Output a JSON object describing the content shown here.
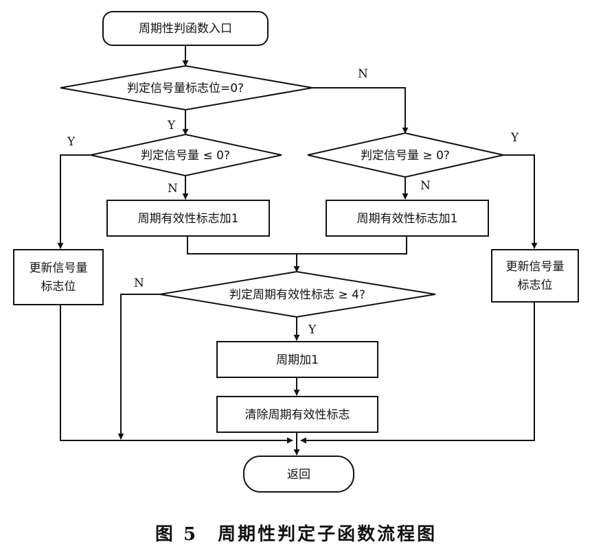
{
  "flowchart": {
    "start": "周期性判函数入口",
    "decision_flag_zero": "判定信号量标志位=0?",
    "decision_le_zero": "判定信号量 ≤ 0?",
    "decision_ge_zero": "判定信号量 ≥ 0?",
    "process_left_increment": "周期有效性标志加1",
    "process_right_increment": "周期有效性标志加1",
    "process_update_left": [
      "更新信号量",
      "标志位"
    ],
    "process_update_right": [
      "更新信号量",
      "标志位"
    ],
    "decision_valid_ge4": "判定周期有效性标志 ≥ 4?",
    "process_period_add": "周期加1",
    "process_clear_flag": "清除周期有效性标志",
    "end": "返回"
  },
  "edge_labels": {
    "flag_zero_no": "N",
    "flag_zero_yes": "Y",
    "le_zero_yes": "Y",
    "le_zero_no": "N",
    "ge_zero_no": "N",
    "ge_zero_yes": "Y",
    "valid_no": "N",
    "valid_yes": "Y"
  },
  "caption": "图 5　周期性判定子函数流程图"
}
